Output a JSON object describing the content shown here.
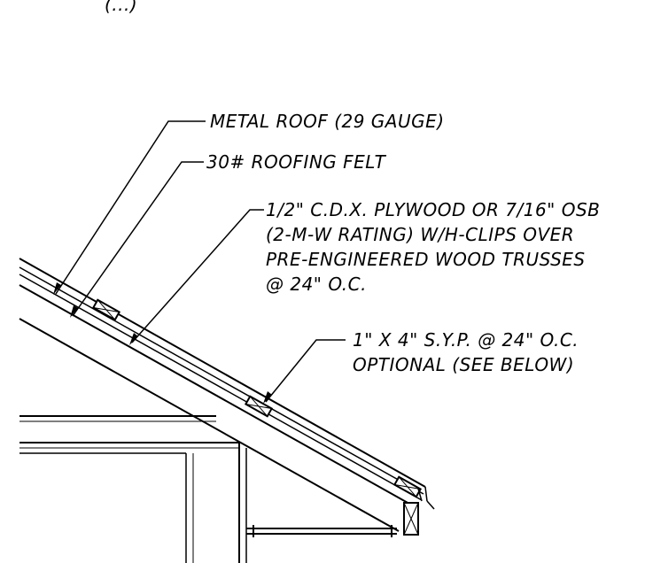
{
  "top_fragment": "(...)",
  "callouts": {
    "metal_roof": "METAL ROOF (29 GAUGE)",
    "roofing_felt": "30# ROOFING FELT",
    "sheathing": [
      "1/2\" C.D.X. PLYWOOD OR 7/16\" OSB",
      "(2-M-W RATING) W/H-CLIPS OVER",
      "PRE-ENGINEERED WOOD TRUSSES",
      "@ 24\" O.C."
    ],
    "purlin": [
      "1\" X 4\" S.Y.P. @ 24\" O.C.",
      "OPTIONAL (SEE BELOW)"
    ]
  }
}
